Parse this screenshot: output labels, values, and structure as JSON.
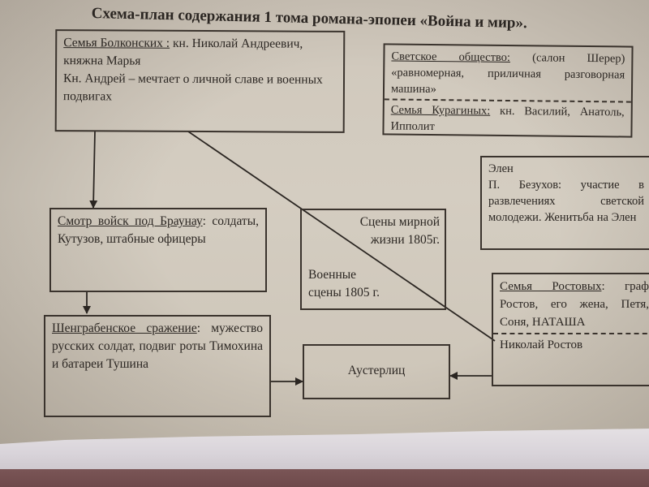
{
  "title": "Схема-план содержания 1 тома романа-эпопеи «Война и мир».",
  "boxes": {
    "bolkonsky": {
      "heading": "Семья Болконских :",
      "text1": " кн. Николай Андреевич, княжна Марья",
      "text2": "Кн. Андрей – мечтает о личной славе и военных подвигах"
    },
    "society": {
      "heading": "Светское общество:",
      "text1": " (салон Шерер) «равномерная, приличная разговорная машина»",
      "heading2": "Семья Курагиных:",
      "text2": " кн. Василий, Анатоль, Ипполит"
    },
    "bezukhov": {
      "line1": "Элен",
      "text": "П. Безухов: участие в развлечениях светской молодежи. Женитьба на Элен"
    },
    "braunau": {
      "heading": "Смотр войск под Браунау",
      "text": ": солдаты, Кутузов, штабные офицеры"
    },
    "scenes": {
      "peace": "Сцены мирной жизни 1805г.",
      "war": "Военные сцены 1805 г."
    },
    "rostov": {
      "heading": "Семья Ростовых",
      "text": ": граф Ростов, его жена, Петя, Соня, НАТАША",
      "text2": "Николай Ростов"
    },
    "schongrabern": {
      "heading": "Шенграбенское сражение",
      "text": ": мужество русских солдат, подвиг роты Тимохина и батареи Тушина"
    },
    "austerlitz": {
      "label": "Аустерлиц"
    }
  }
}
